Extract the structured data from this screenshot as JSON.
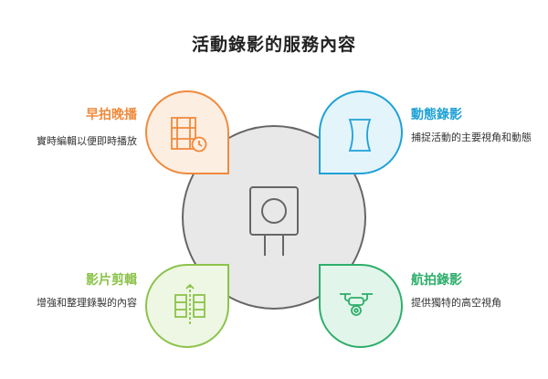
{
  "title": "活動錄影的服務內容",
  "colors": {
    "orange": "#F08A3C",
    "orange_fill": "#FDEEE2",
    "blue": "#1EA1D6",
    "blue_fill": "#E3F4FB",
    "green_light": "#8BC34A",
    "green_light_fill": "#EEF7E3",
    "green": "#2EAE6B",
    "green_fill": "#E2F5EA",
    "center_fill": "#E8E8E8",
    "center_stroke": "#666666"
  },
  "center": {
    "icon": "camera-icon"
  },
  "items": [
    {
      "heading": "早拍晚播",
      "description": "實時編輯以便即時播放",
      "icon": "film-clock-icon"
    },
    {
      "heading": "動態錄影",
      "description": "捕捉活動的主要視角和動態",
      "icon": "wide-angle-icon"
    },
    {
      "heading": "影片剪輯",
      "description": "增強和整理錄製的內容",
      "icon": "film-cut-icon"
    },
    {
      "heading": "航拍錄影",
      "description": "提供獨特的高空視角",
      "icon": "drone-icon"
    }
  ]
}
